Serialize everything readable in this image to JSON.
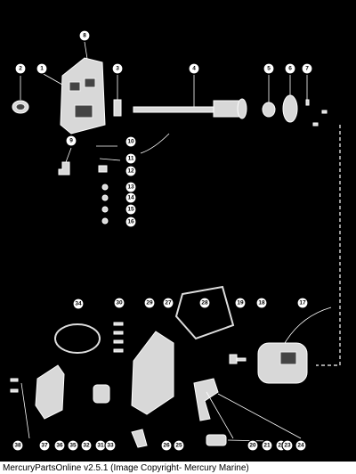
{
  "callouts": [
    {
      "label": "1"
    },
    {
      "label": "2"
    },
    {
      "label": "3"
    },
    {
      "label": "4"
    },
    {
      "label": "5"
    },
    {
      "label": "6"
    },
    {
      "label": "7"
    },
    {
      "label": "8"
    },
    {
      "label": "9"
    },
    {
      "label": "10"
    },
    {
      "label": "11"
    },
    {
      "label": "12"
    },
    {
      "label": "13"
    },
    {
      "label": "14"
    },
    {
      "label": "15"
    },
    {
      "label": "16"
    },
    {
      "label": "17"
    },
    {
      "label": "18"
    },
    {
      "label": "19"
    },
    {
      "label": "20"
    },
    {
      "label": "21"
    },
    {
      "label": "22"
    },
    {
      "label": "23"
    },
    {
      "label": "24"
    },
    {
      "label": "25"
    },
    {
      "label": "26"
    },
    {
      "label": "27"
    },
    {
      "label": "28"
    },
    {
      "label": "29"
    },
    {
      "label": "30"
    },
    {
      "label": "31"
    },
    {
      "label": "32"
    },
    {
      "label": "33"
    },
    {
      "label": "34"
    },
    {
      "label": "35"
    },
    {
      "label": "36"
    },
    {
      "label": "37"
    },
    {
      "label": "38"
    }
  ],
  "caption": "MercuryPartsOnline v2.5.1 (Image Copyright- Mercury Marine)"
}
